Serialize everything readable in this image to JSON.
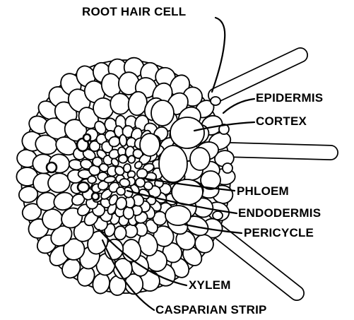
{
  "labels": {
    "root_hair_cell": "ROOT HAIR CELL",
    "epidermis": "EPIDERMIS",
    "cortex": "CORTEX",
    "phloem": "PHLOEM",
    "endodermis": "ENDODERMIS",
    "pericycle": "PERICYCLE",
    "xylem": "XYLEM",
    "casparian_strip": "CASPARIAN STRIP"
  },
  "colors": {
    "line": "#000000",
    "background": "#ffffff"
  }
}
